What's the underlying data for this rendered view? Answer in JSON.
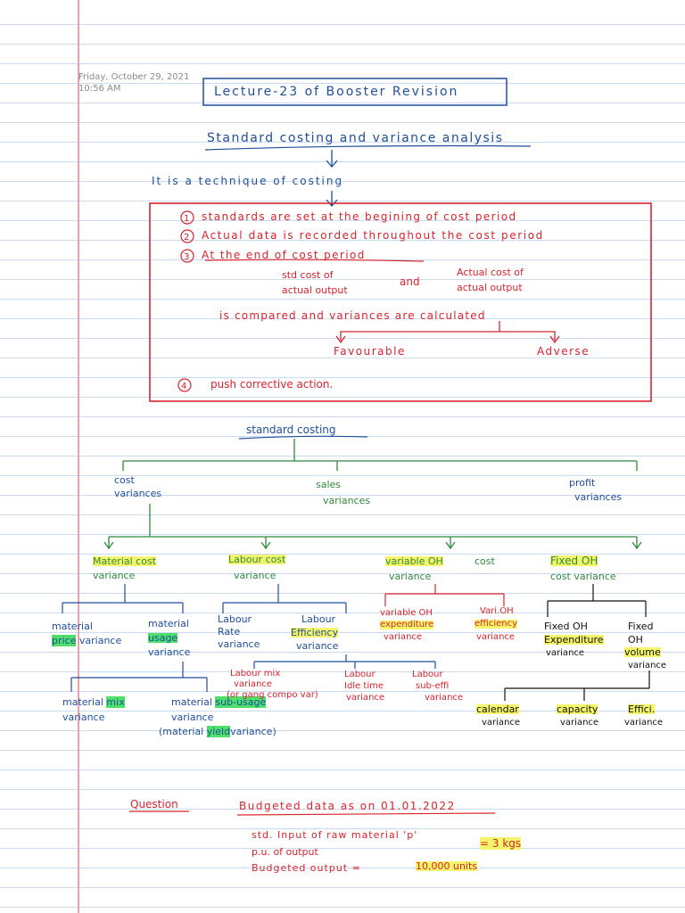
{
  "meta": {
    "date": "Friday, October 29, 2021",
    "time": "10:56 AM"
  },
  "title": "Lecture-23 of Booster Revision",
  "heading": "Standard costing and variance analysis",
  "definition": "It is a technique of costing",
  "box": {
    "p1": "standards are set at the begining of cost period",
    "p2": "Actual data is recorded throughout the cost period",
    "p3": "At the end of cost period",
    "std_cost": [
      "std cost of",
      "actual output"
    ],
    "and": "and",
    "actual_cost": [
      "Actual cost of",
      "actual output"
    ],
    "compared": "is compared and variances are calculated",
    "favourable": "Favourable",
    "adverse": "Adverse",
    "p4": "push corrective action."
  },
  "tree": {
    "root": "standard costing",
    "cost_var": [
      "cost",
      "variances"
    ],
    "sales_var": [
      "sales",
      "variances"
    ],
    "profit_var": [
      "profit",
      "variances"
    ],
    "material": {
      "a": "Material cost",
      "b": "variance"
    },
    "labour": {
      "a": "Labour cost",
      "b": "variance"
    },
    "varoh": {
      "a": "variable OH",
      "b": "cost",
      "c": "variance"
    },
    "fixedoh": {
      "a": "Fixed OH",
      "b": "cost variance"
    },
    "mat_price": {
      "a": "material",
      "hl": "price",
      "b": "variance"
    },
    "mat_usage": {
      "a": "material",
      "hl": "usage",
      "b": "variance"
    },
    "lab_rate": [
      "Labour",
      "Rate",
      "variance"
    ],
    "lab_eff": [
      "Labour",
      "Efficiency",
      "variance"
    ],
    "voh_exp": [
      "variable OH",
      "expenditure",
      "variance"
    ],
    "voh_eff": [
      "Vari.OH",
      "efficiency",
      "variance"
    ],
    "foh_exp": [
      "Fixed OH",
      "Expenditure",
      "variance"
    ],
    "foh_vol": [
      "Fixed",
      "OH",
      "volume",
      "variance"
    ],
    "mat_mix": {
      "a": "material",
      "hl": "mix",
      "b": "variance"
    },
    "mat_sub": {
      "a": "material",
      "hl": "sub-usage",
      "b": "variance",
      "c1": "(material",
      "hl2": "yield",
      "c2": "variance)"
    },
    "lab_mix": [
      "Labour mix",
      "variance",
      "(or gang compo var)"
    ],
    "lab_idle": [
      "Labour",
      "Idle time",
      "variance"
    ],
    "lab_subeff": [
      "Labour",
      "sub-effi",
      "variance"
    ],
    "calendar": [
      "calendar",
      "variance"
    ],
    "capacity": [
      "capacity",
      "variance"
    ],
    "effi": [
      "Effici.",
      "variance"
    ]
  },
  "question": {
    "label": "Question",
    "budget": "Budgeted data as on 01.01.2022",
    "line1": "std. Input of raw material 'p'",
    "line2": "p.u. of output",
    "eq1": "= 3 kgs",
    "line3": "Budgeted output =",
    "units": "10,000 units"
  }
}
